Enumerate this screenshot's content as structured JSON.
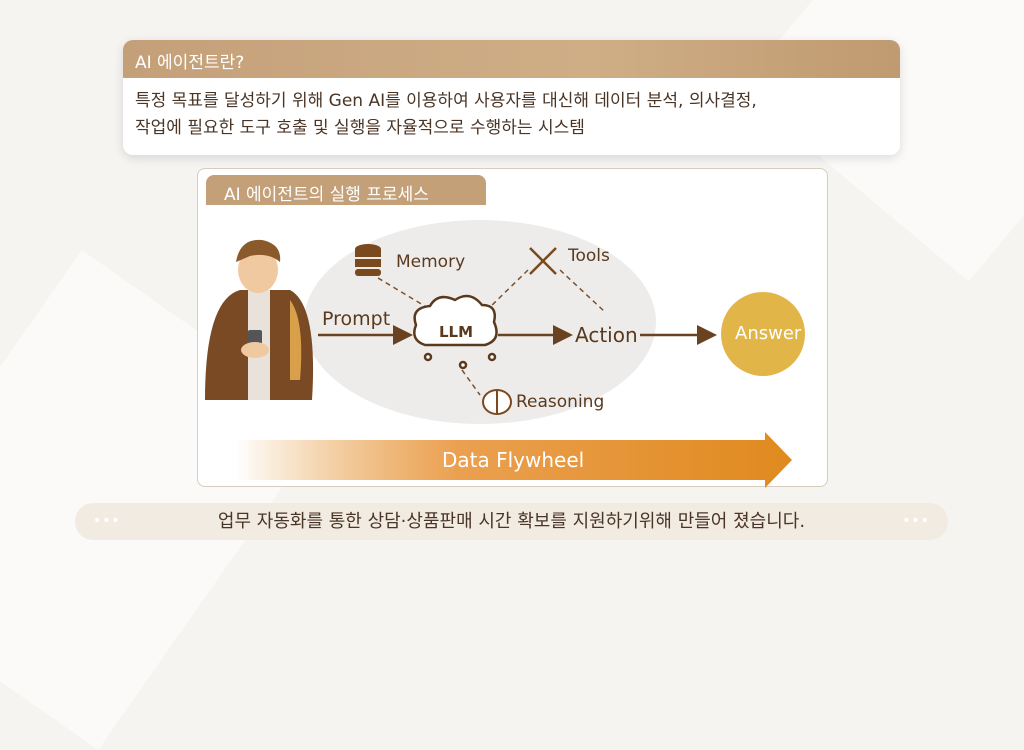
{
  "definition": {
    "title": "AI 에이전트란?",
    "body_line1": "특정 목표를 달성하기 위해 Gen AI를 이용하여 사용자를 대신해 데이터 분석, 의사결정,",
    "body_line2": "작업에 필요한 도구 호출 및 실행을 자율적으로 수행하는 시스템"
  },
  "process": {
    "title": "AI 에이전트의 실행 프로세스",
    "prompt": "Prompt",
    "llm": "LLM",
    "memory": "Memory",
    "tools": "Tools",
    "action": "Action",
    "reasoning": "Reasoning",
    "answer": "Answer",
    "flywheel": "Data Flywheel"
  },
  "caption": {
    "text": "업무 자동화를 통한 상담·상품판매 시간 확보를 지원하기위해 만들어 졌습니다.",
    "dots": "•••"
  },
  "colors": {
    "brand": "#c4a079",
    "answer": "#e2b548",
    "flywheel": "#e08a1e",
    "text": "#4a3526"
  }
}
